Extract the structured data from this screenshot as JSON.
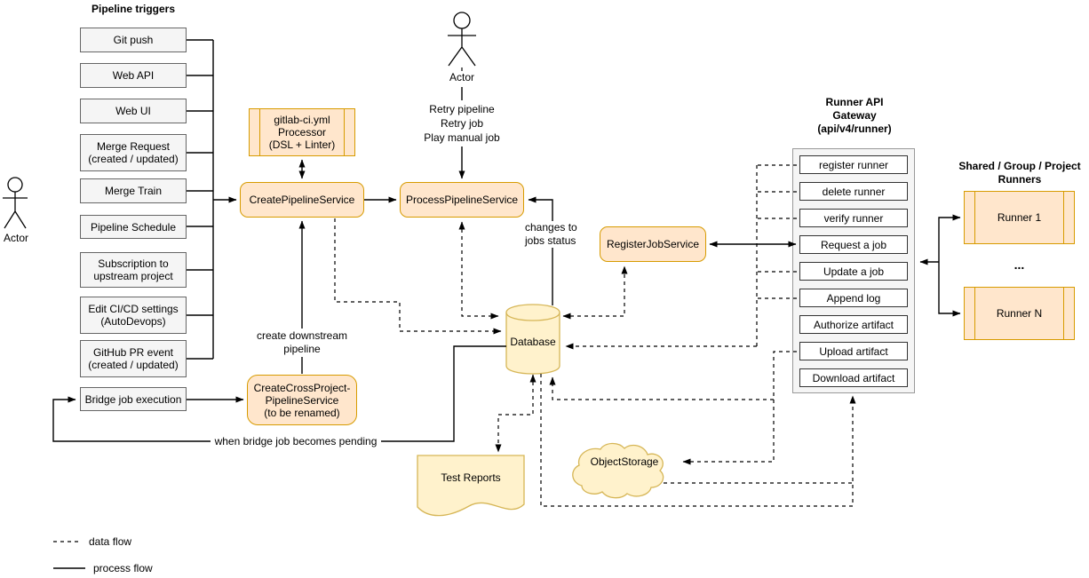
{
  "diagram": {
    "triggers": {
      "header": "Pipeline triggers",
      "items": [
        "Git push",
        "Web API",
        "Web UI",
        "Merge Request\n(created / updated)",
        "Merge Train",
        "Pipeline Schedule",
        "Subscription to\nupstream project",
        "Edit CI/CD settings\n(AutoDevops)",
        "GitHub PR event\n(created / updated)",
        "Bridge job execution"
      ]
    },
    "actors": {
      "left": "Actor",
      "top": "Actor",
      "top_actions": "Retry pipeline\nRetry job\nPlay manual job"
    },
    "services": {
      "processor": "gitlab-ci.yml\nProcessor\n(DSL + Linter)",
      "create_pipeline": "CreatePipelineService",
      "process_pipeline": "ProcessPipelineService",
      "register_job": "RegisterJobService",
      "cross_project": "CreateCrossProject-\nPipelineService\n(to be renamed)"
    },
    "storage": {
      "database": "Database",
      "test_reports": "Test Reports",
      "object_storage": "ObjectStorage"
    },
    "gateway": {
      "header": "Runner API\nGateway\n(api/v4/runner)",
      "items": [
        "register runner",
        "delete runner",
        "verify runner",
        "Request a job",
        "Update a job",
        "Append log",
        "Authorize artifact",
        "Upload artifact",
        "Download artifact"
      ]
    },
    "runners": {
      "header": "Shared / Group / Project\nRunners",
      "first": "Runner 1",
      "ellipsis": "...",
      "last": "Runner N"
    },
    "annotations": {
      "changes_jobs_status": "changes to\njobs status",
      "create_downstream": "create downstream\npipeline",
      "when_bridge_pending": "when bridge job becomes pending"
    },
    "legend": {
      "data_flow": "data flow",
      "process_flow": "process flow"
    },
    "colors": {
      "service_fill": "#ffe6cc",
      "service_border": "#d79b00",
      "storage_fill": "#fff2cc",
      "storage_border": "#d6b656",
      "trigger_fill": "#f5f5f5",
      "trigger_border": "#666666",
      "line": "#000000"
    }
  }
}
